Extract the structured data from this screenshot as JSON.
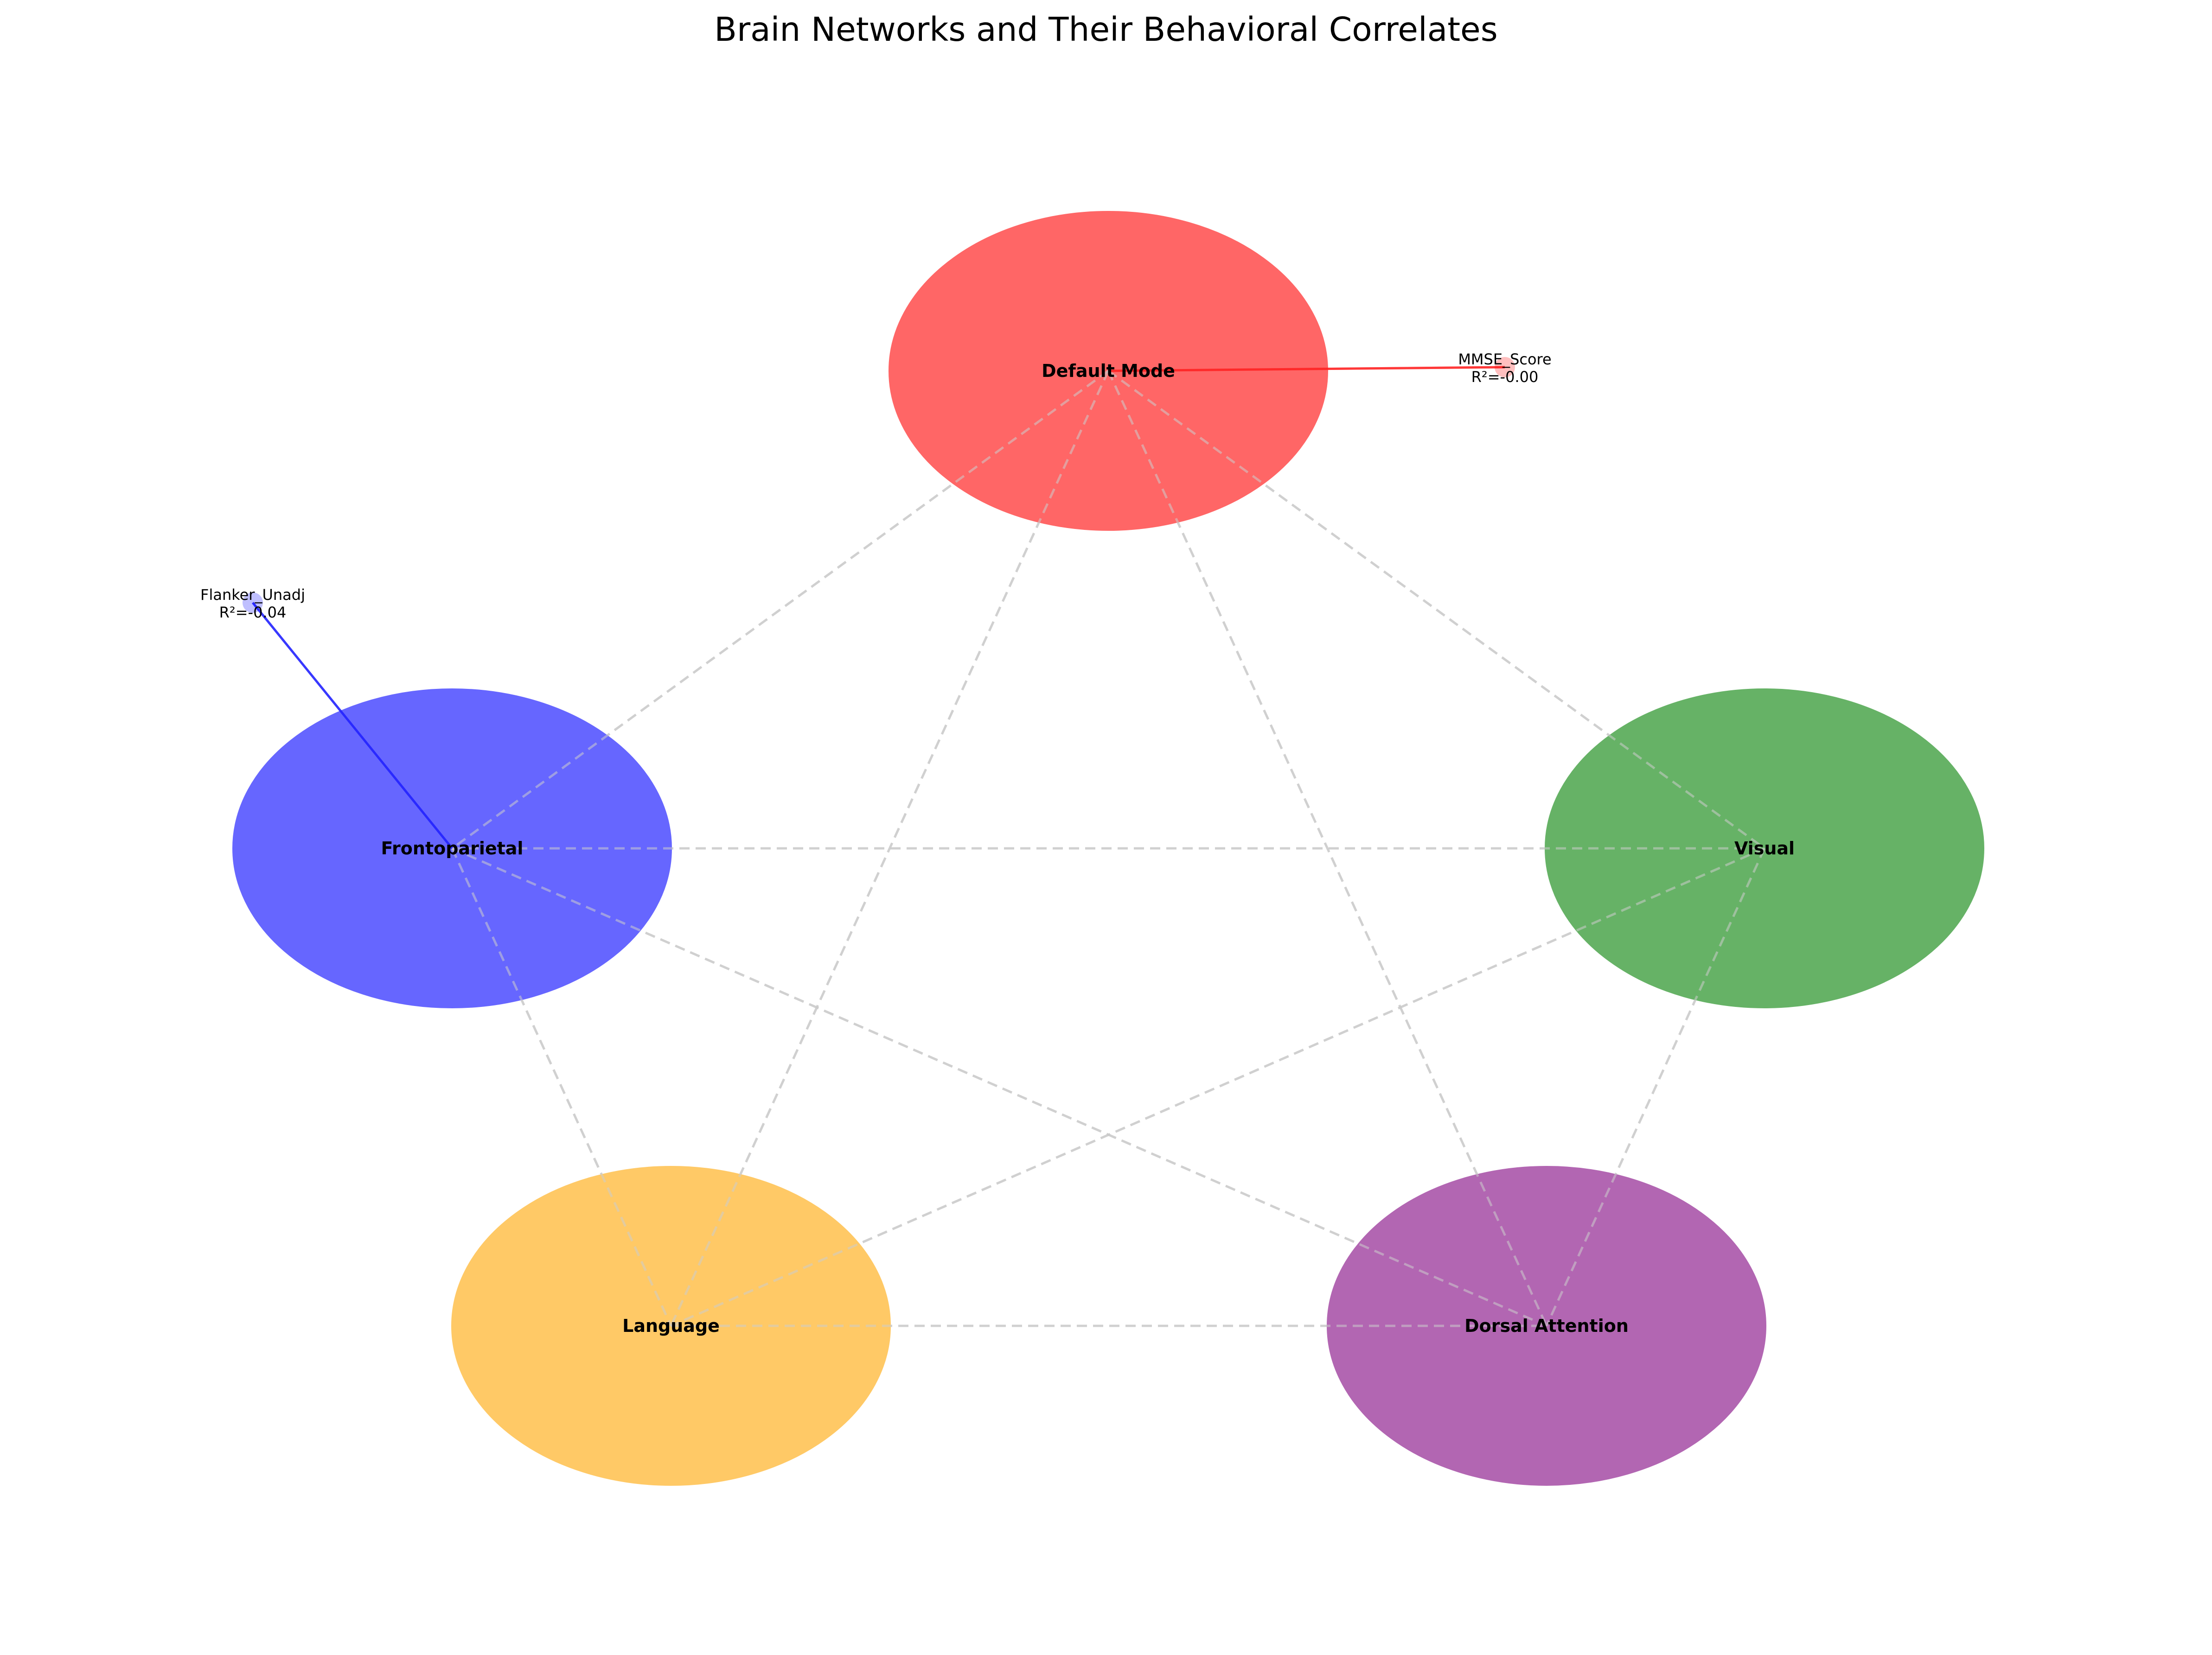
{
  "title": "Brain Networks and Their Behavioral Correlates",
  "networks": [
    {
      "id": "dmn",
      "label": "Default Mode",
      "color": "#ff6666"
    },
    {
      "id": "fpn",
      "label": "Frontoparietal",
      "color": "#6666ff"
    },
    {
      "id": "vis",
      "label": "Visual",
      "color": "#66b266"
    },
    {
      "id": "lang",
      "label": "Language",
      "color": "#ffc966"
    },
    {
      "id": "dan",
      "label": "Dorsal Attention",
      "color": "#b266b2"
    }
  ],
  "behaviors": [
    {
      "network": "dmn",
      "name": "MMSE_Score",
      "r2": "R²=-0.00",
      "color": "#ff0000"
    },
    {
      "network": "fpn",
      "name": "Flanker_Unadj",
      "r2": "R²=-0.04",
      "color": "#0000ff"
    }
  ]
}
